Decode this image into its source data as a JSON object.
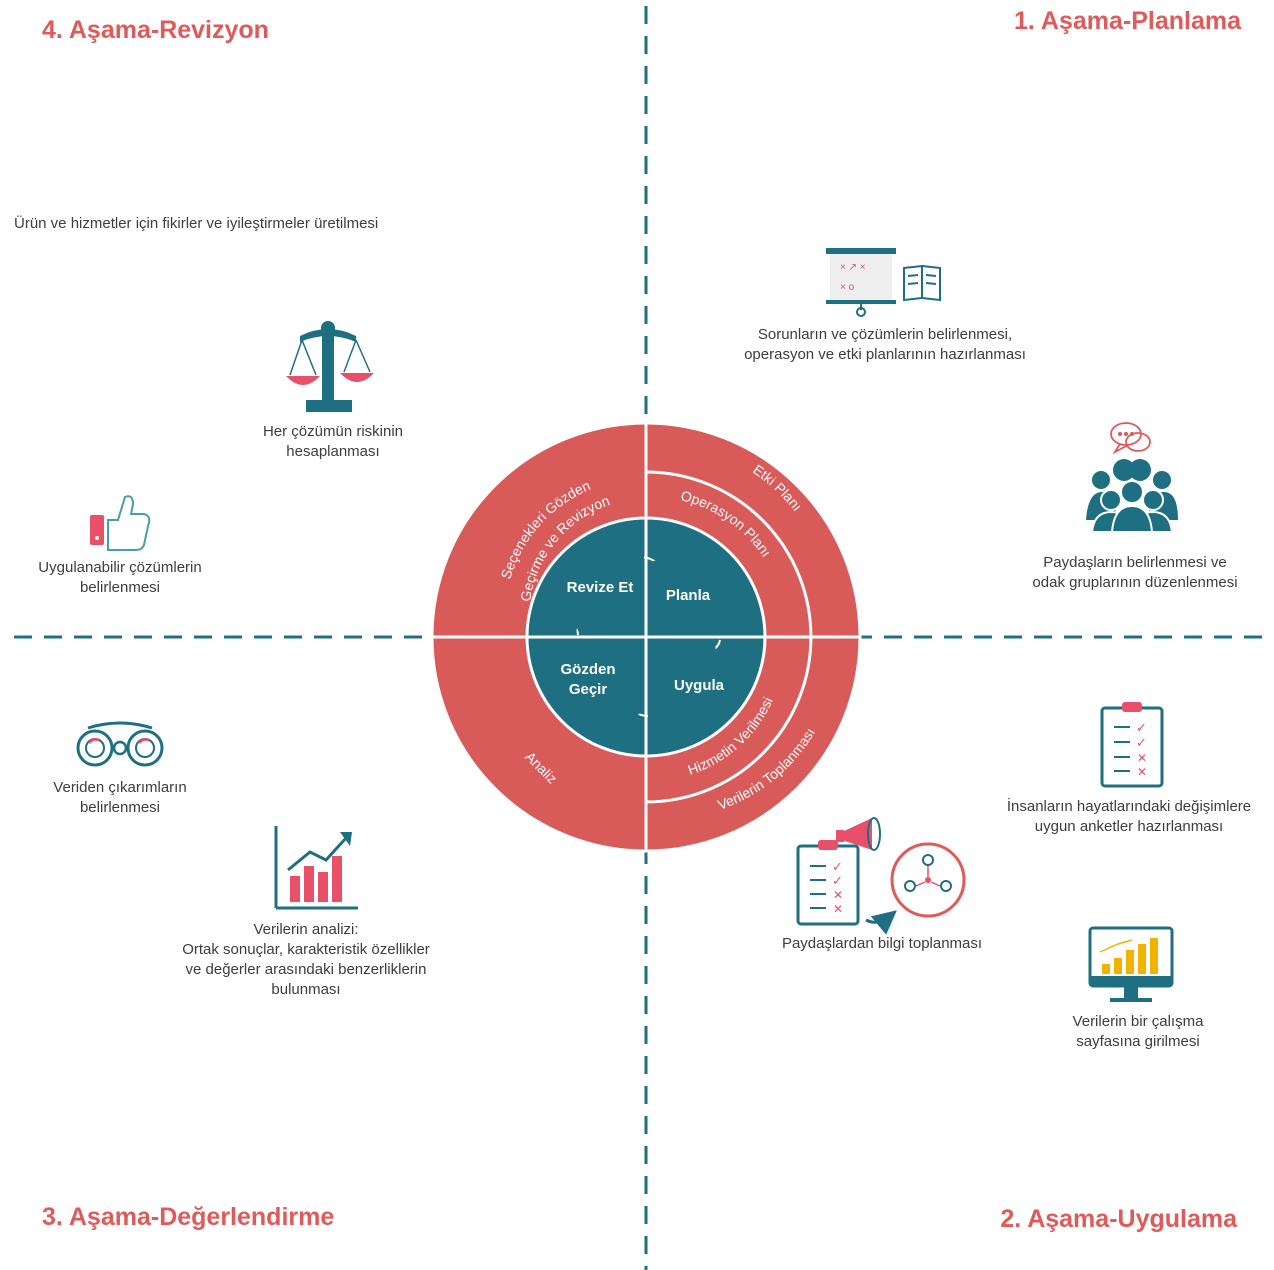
{
  "colors": {
    "red": "#d95b59",
    "teal": "#1f6f82",
    "white": "#ffffff",
    "title": "#e05a5a",
    "gold": "#f0b400"
  },
  "stages": {
    "revizyon": "4. Aşama-Revizyon",
    "planlama": "1. Aşama-Planlama",
    "degerlendirme": "3. Aşama-Değerlendirme",
    "uygulama": "2. Aşama-Uygulama"
  },
  "inner": {
    "revize": "Revize Et",
    "planla": "Planla",
    "gozden": "Gözden Geçir",
    "uygula": "Uygula"
  },
  "middle_ring": {
    "operasyon": "Operasyon Planı",
    "hizmet": "Hizmetin Verilmesi"
  },
  "outer_ring": {
    "etki": "Etki Planı",
    "toplama": "Verilerin Toplanması",
    "analiz": "Analiz",
    "secenekler_1": "Seçenekleri Gözden",
    "secenekler_2": "Geçirme ve Revizyon"
  },
  "captions": {
    "fikirler": "Ürün ve hizmetler için fikirler ve iyileştirmeler üretilmesi",
    "risk": "Her çözümün riskinin\nhesaplanması",
    "uygulanabilir": "Uygulanabilir çözümlerin\nbelirlenmesi",
    "sorunlar": "Sorunların ve çözümlerin belirlenmesi,\noperasyon ve etki planlarının hazırlanması",
    "paydaslar": "Paydaşların belirlenmesi ve\nodak gruplarının düzenlenmesi",
    "cikarim": "Veriden çıkarımların\nbelirlenmesi",
    "analiz": "Verilerin analizi:\nOrtak sonuçlar, karakteristik özellikler\nve değerler arasındaki benzerliklerin\nbulunması",
    "anketler": "İnsanların hayatlarındaki değişimlere\nuygun anketler hazırlanması",
    "bilgi": "Paydaşlardan bilgi toplanması",
    "sayfa": "Verilerin bir çalışma\nsayfasına girilmesi"
  },
  "icons": [
    "balance-scale-icon",
    "thumbs-up-phone-icon",
    "presentation-board-icon",
    "book-icon",
    "speech-bubble-icon",
    "people-group-icon",
    "binoculars-icon",
    "growth-chart-icon",
    "checklist-icon",
    "megaphone-icon",
    "network-icon",
    "monitor-chart-icon",
    "cycle-arrow-icon"
  ]
}
